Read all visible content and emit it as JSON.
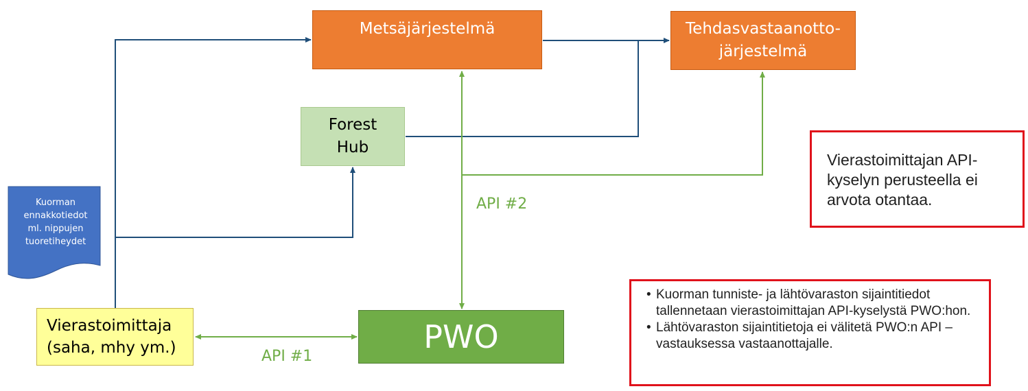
{
  "nodes": {
    "metsa": "Metsäjärjestelmä",
    "tehdas_line1": "Tehdasvastaanotto-",
    "tehdas_line2": "järjestelmä",
    "forest_hub_line1": "Forest",
    "forest_hub_line2": "Hub",
    "pwo": "PWO",
    "vierastoimittaja_line1": "Vierastoimittaja",
    "vierastoimittaja_line2": "(saha, mhy ym.)"
  },
  "document": {
    "line1": "Kuorman",
    "line2": "ennakkotiedot",
    "line3": "ml. nippujen",
    "line4": "tuoretiheydet"
  },
  "edge_labels": {
    "api1": "API #1",
    "api2": "API #2"
  },
  "notes": {
    "note1": "Vierastoimittajan API-kyselyn perusteella ei arvota otantaa.",
    "note2_items": [
      "Kuorman tunniste- ja lähtövaraston sijaintitiedot tallennetaan vierastoimittajan API-kyselystä PWO:hon.",
      "Lähtövaraston sijaintitietoja ei välitetä PWO:n API –vastauksessa vastaanottajalle."
    ]
  },
  "colors": {
    "orange": "#ed7d31",
    "green": "#70ad47",
    "light_green": "#c5e0b4",
    "yellow": "#ffff99",
    "document_blue": "#4472c4",
    "flow_blue": "#1f4e79",
    "note_red": "#e0121b"
  }
}
